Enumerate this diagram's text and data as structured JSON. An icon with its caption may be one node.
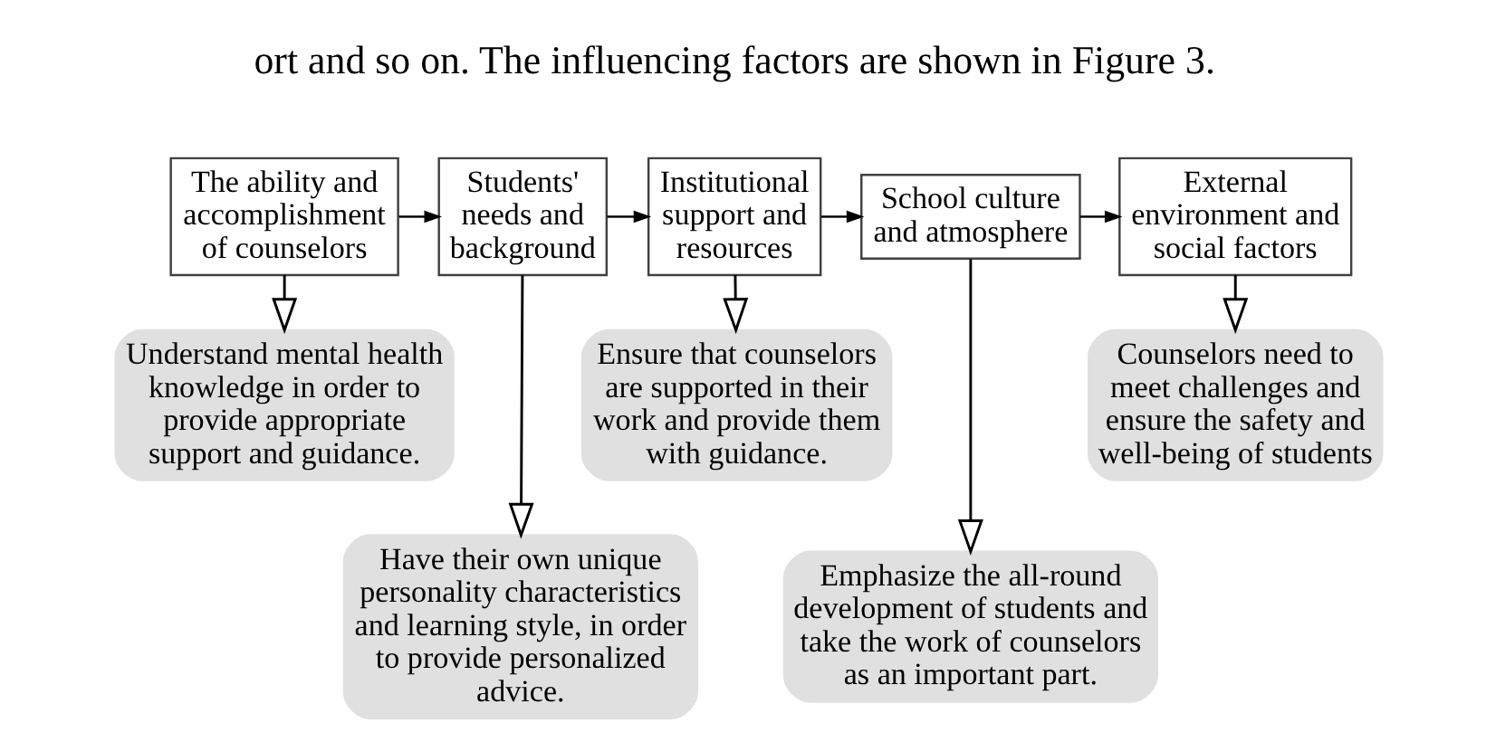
{
  "diagram": {
    "nodes": [
      {
        "text": [
          "The ability and accomplishment of counselors"
        ]
      },
      {
        "text": [
          "Students' needs and background"
        ]
      },
      {
        "text": [
          "Institutional support and resources"
        ]
      },
      {
        "text": [
          "School culture and atmosphere"
        ]
      },
      {
        "text": [
          "External environment and social factors"
        ]
      },
      {
        "text": [
          "Understand mental health knowledge in order to provide appropriate support and guidance."
        ]
      },
      {
        "text": [
          "Have their own unique personality characteristics and learning style, in order to provide personalized advice."
        ]
      },
      {
        "text": [
          "Ensure that counselors are supported in their work and provide them with guidance."
        ]
      },
      {
        "text": [
          "Emphasize the all-round development of students and take the work of counselors as an important part."
        ]
      },
      {
        "text": [
          "Counselors need to meet challenges and ensure the safety and well-being of students"
        ]
      }
    ],
    "edges": [
      {
        "from": 0,
        "to": 1,
        "arrow": "to"
      },
      {
        "from": 1,
        "to": 2,
        "arrow": "to"
      },
      {
        "from": 2,
        "to": 3,
        "arrow": "to"
      },
      {
        "from": 3,
        "to": 4,
        "arrow": "to"
      },
      {
        "from": 0,
        "to": 5,
        "arrow": "to"
      },
      {
        "from": 1,
        "to": 6,
        "arrow": "to"
      },
      {
        "from": 2,
        "to": 7,
        "arrow": "to"
      },
      {
        "from": 3,
        "to": 8,
        "arrow": "to"
      },
      {
        "from": 4,
        "to": 9,
        "arrow": "to"
      }
    ],
    "labels": [
      "ort and so on. The influencing factors are shown in Figure 3."
    ]
  }
}
